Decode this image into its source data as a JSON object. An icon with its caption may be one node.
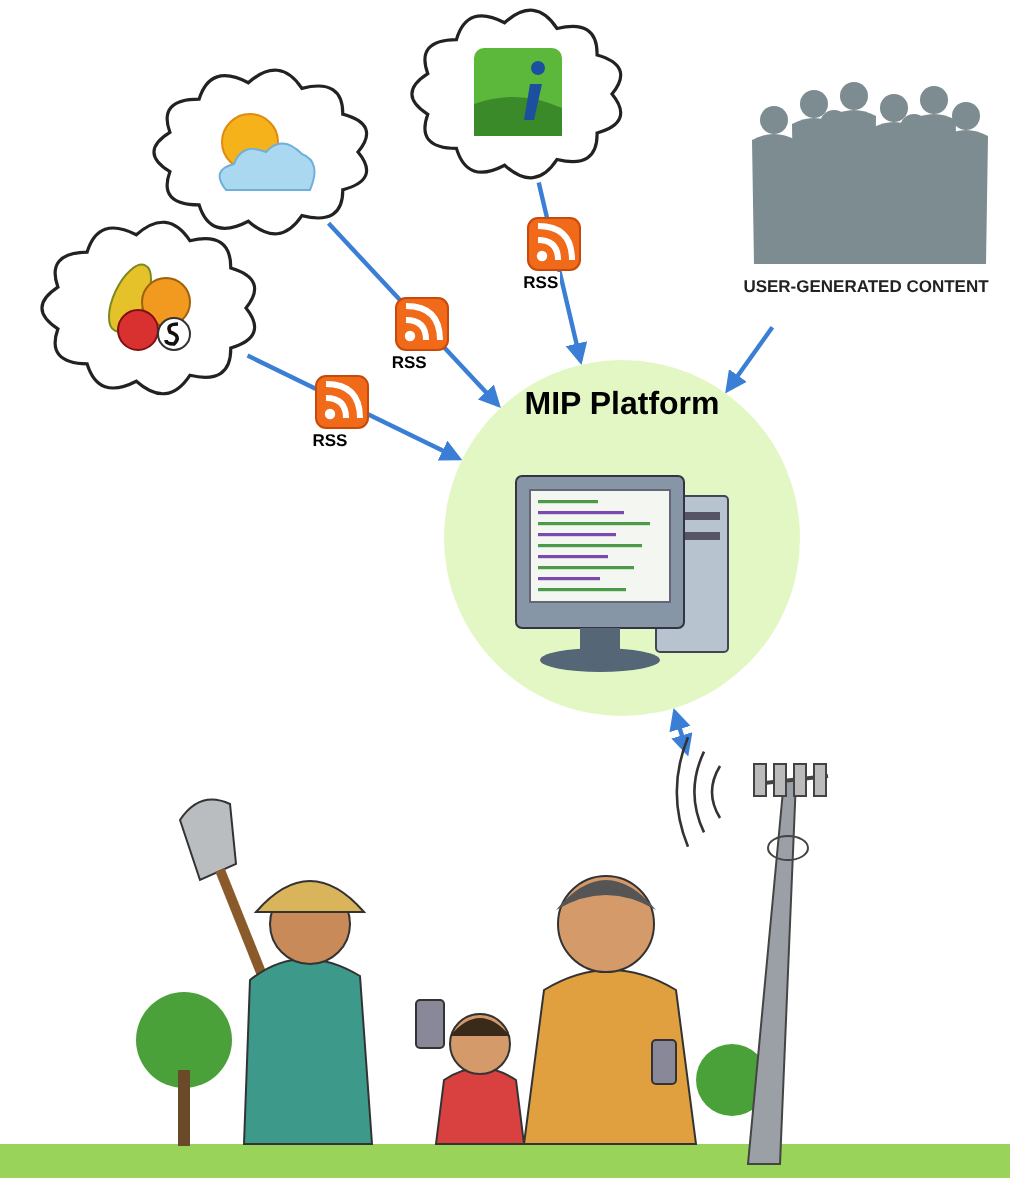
{
  "diagram": {
    "nodes": [
      {
        "text": [],
        "shape": "cloud"
      },
      {
        "text": [],
        "shape": "cloud"
      },
      {
        "text": [
          "USER-GENERATED CONTENT"
        ]
      },
      {
        "text": [],
        "shape": "cloud"
      },
      {
        "text": [
          "MIP Platform"
        ]
      },
      {
        "text": [],
        "shape": "picture"
      }
    ],
    "edges": [
      {
        "from": 0,
        "to": 4,
        "arrow": "to",
        "label": "RSS"
      },
      {
        "from": 1,
        "to": 4,
        "arrow": "to",
        "label": "RSS"
      },
      {
        "from": 3,
        "to": 4,
        "arrow": "to",
        "label": "RSS"
      },
      {
        "from": 2,
        "to": 4,
        "arrow": "to"
      },
      {
        "from": 4,
        "to": 5,
        "arrow": "both"
      }
    ]
  }
}
